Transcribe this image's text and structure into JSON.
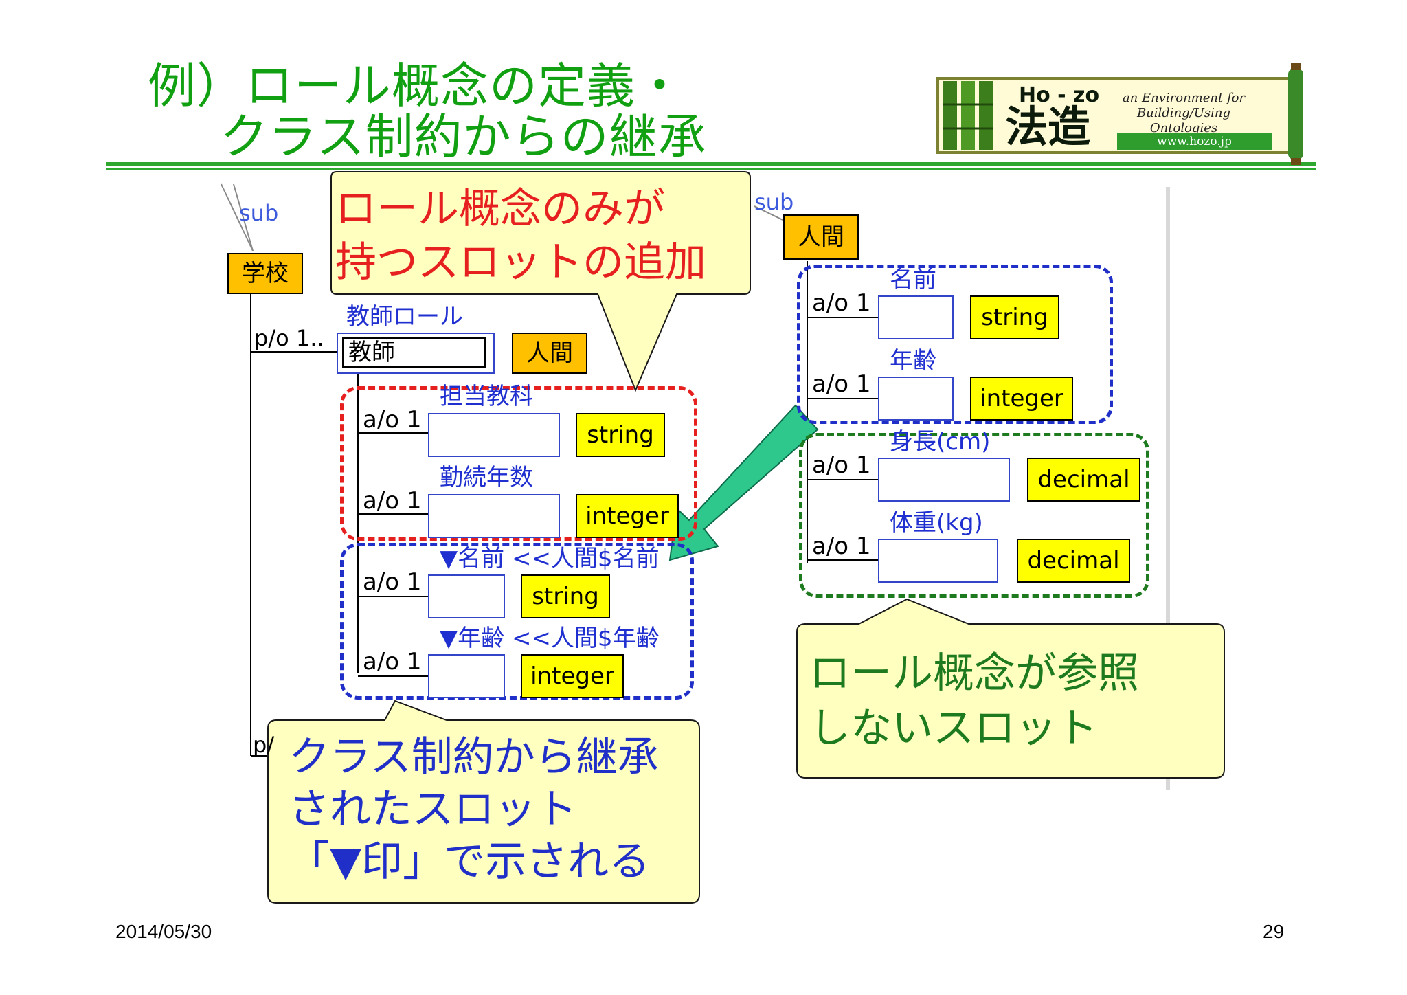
{
  "title": {
    "line1": "例）ロール概念の定義・",
    "line2": "クラス制約からの継承"
  },
  "logo": {
    "ho_zo": "Ho - zo",
    "kanji": "法造",
    "tagline": "an Environment for Building/Using Ontologies",
    "url": "www.hozo.jp"
  },
  "callouts": {
    "red": {
      "line1": "ロール概念のみが",
      "line2": "持つスロットの追加"
    },
    "blue": {
      "line1": "クラス制約から継承",
      "line2": "されたスロット",
      "line3": "「▼印」で示される"
    },
    "green": {
      "line1": "ロール概念が参照",
      "line2": "しないスロット"
    }
  },
  "diagram": {
    "sub_left": "sub",
    "sub_right": "sub",
    "school": "学校",
    "po_label": "p/o 1..",
    "po_label_bottom": "p/",
    "role_label": "教師ロール",
    "role_name": "教師",
    "human_small": "人間",
    "human_top": "人間",
    "left_slots": [
      {
        "card": "a/o 1",
        "name": "担当教科",
        "type": "string"
      },
      {
        "card": "a/o 1",
        "name": "勤続年数",
        "type": "integer"
      },
      {
        "card": "a/o 1",
        "name": "▼名前 <<人間$名前",
        "type": "string"
      },
      {
        "card": "a/o 1",
        "name": "▼年齢 <<人間$年齢",
        "type": "integer"
      }
    ],
    "right_slots": [
      {
        "card": "a/o 1",
        "name": "名前",
        "type": "string"
      },
      {
        "card": "a/o 1",
        "name": "年齢",
        "type": "integer"
      },
      {
        "card": "a/o 1",
        "name": "身長(cm)",
        "type": "decimal"
      },
      {
        "card": "a/o 1",
        "name": "体重(kg)",
        "type": "decimal"
      }
    ]
  },
  "footer": {
    "date": "2014/05/30",
    "page": "29"
  }
}
